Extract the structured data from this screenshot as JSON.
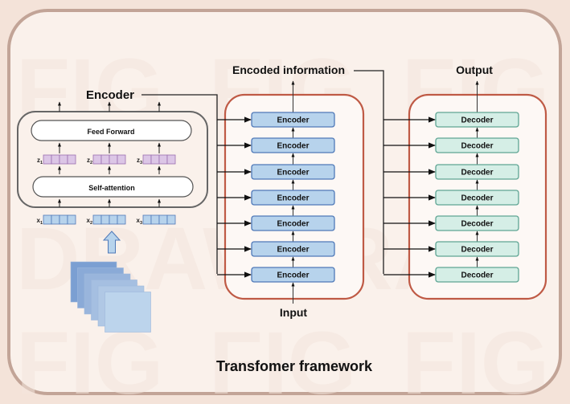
{
  "title": "Transfomer framework",
  "colors": {
    "page_bg": "#f4e3d9",
    "frame_fill": "#faf1eb",
    "frame_stroke": "#c2a497",
    "stack_stroke": "#bf5a45",
    "stack_fill": "#fdf8f5",
    "encoder_fill": "#b7d3ec",
    "encoder_stroke": "#4f79b8",
    "decoder_fill": "#d5eee6",
    "decoder_stroke": "#5fa594",
    "z_fill": "#dcc6e6",
    "z_stroke": "#9b6fb0",
    "x_fill": "#b7d3ec",
    "x_stroke": "#4f79b8"
  },
  "encoder_detail": {
    "label": "Encoder",
    "feed_forward_label": "Feed Forward",
    "self_attention_label": "Self-attention",
    "z_vectors": [
      {
        "name": "z",
        "sub": "1"
      },
      {
        "name": "z",
        "sub": "2"
      },
      {
        "name": "z",
        "sub": "3"
      }
    ],
    "x_vectors": [
      {
        "name": "x",
        "sub": "1"
      },
      {
        "name": "x",
        "sub": "2"
      },
      {
        "name": "x",
        "sub": "3"
      }
    ],
    "vector_cells": 4,
    "input_image_layers": 6
  },
  "encoder_stack": {
    "top_label": "Encoded information",
    "bottom_label": "Input",
    "blocks": [
      "Encoder",
      "Encoder",
      "Encoder",
      "Encoder",
      "Encoder",
      "Encoder",
      "Encoder"
    ]
  },
  "decoder_stack": {
    "top_label": "Output",
    "blocks": [
      "Decoder",
      "Decoder",
      "Decoder",
      "Decoder",
      "Decoder",
      "Decoder",
      "Decoder"
    ]
  }
}
